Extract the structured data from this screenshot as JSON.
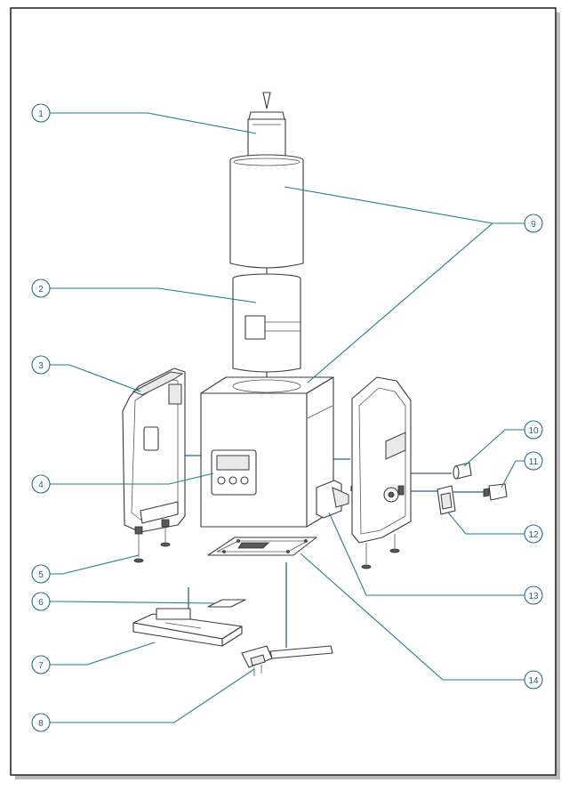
{
  "callouts": [
    {
      "number": "1"
    },
    {
      "number": "2"
    },
    {
      "number": "3"
    },
    {
      "number": "4"
    },
    {
      "number": "5"
    },
    {
      "number": "6"
    },
    {
      "number": "7"
    },
    {
      "number": "8"
    },
    {
      "number": "9"
    },
    {
      "number": "10"
    },
    {
      "number": "11"
    },
    {
      "number": "12"
    },
    {
      "number": "13"
    },
    {
      "number": "14"
    }
  ],
  "colors": {
    "leader_lines": "#1f7f86",
    "assembly_lines": "#2b5f86",
    "outline": "#3a3a3a",
    "frame_shadow": "#b9b9b9"
  }
}
